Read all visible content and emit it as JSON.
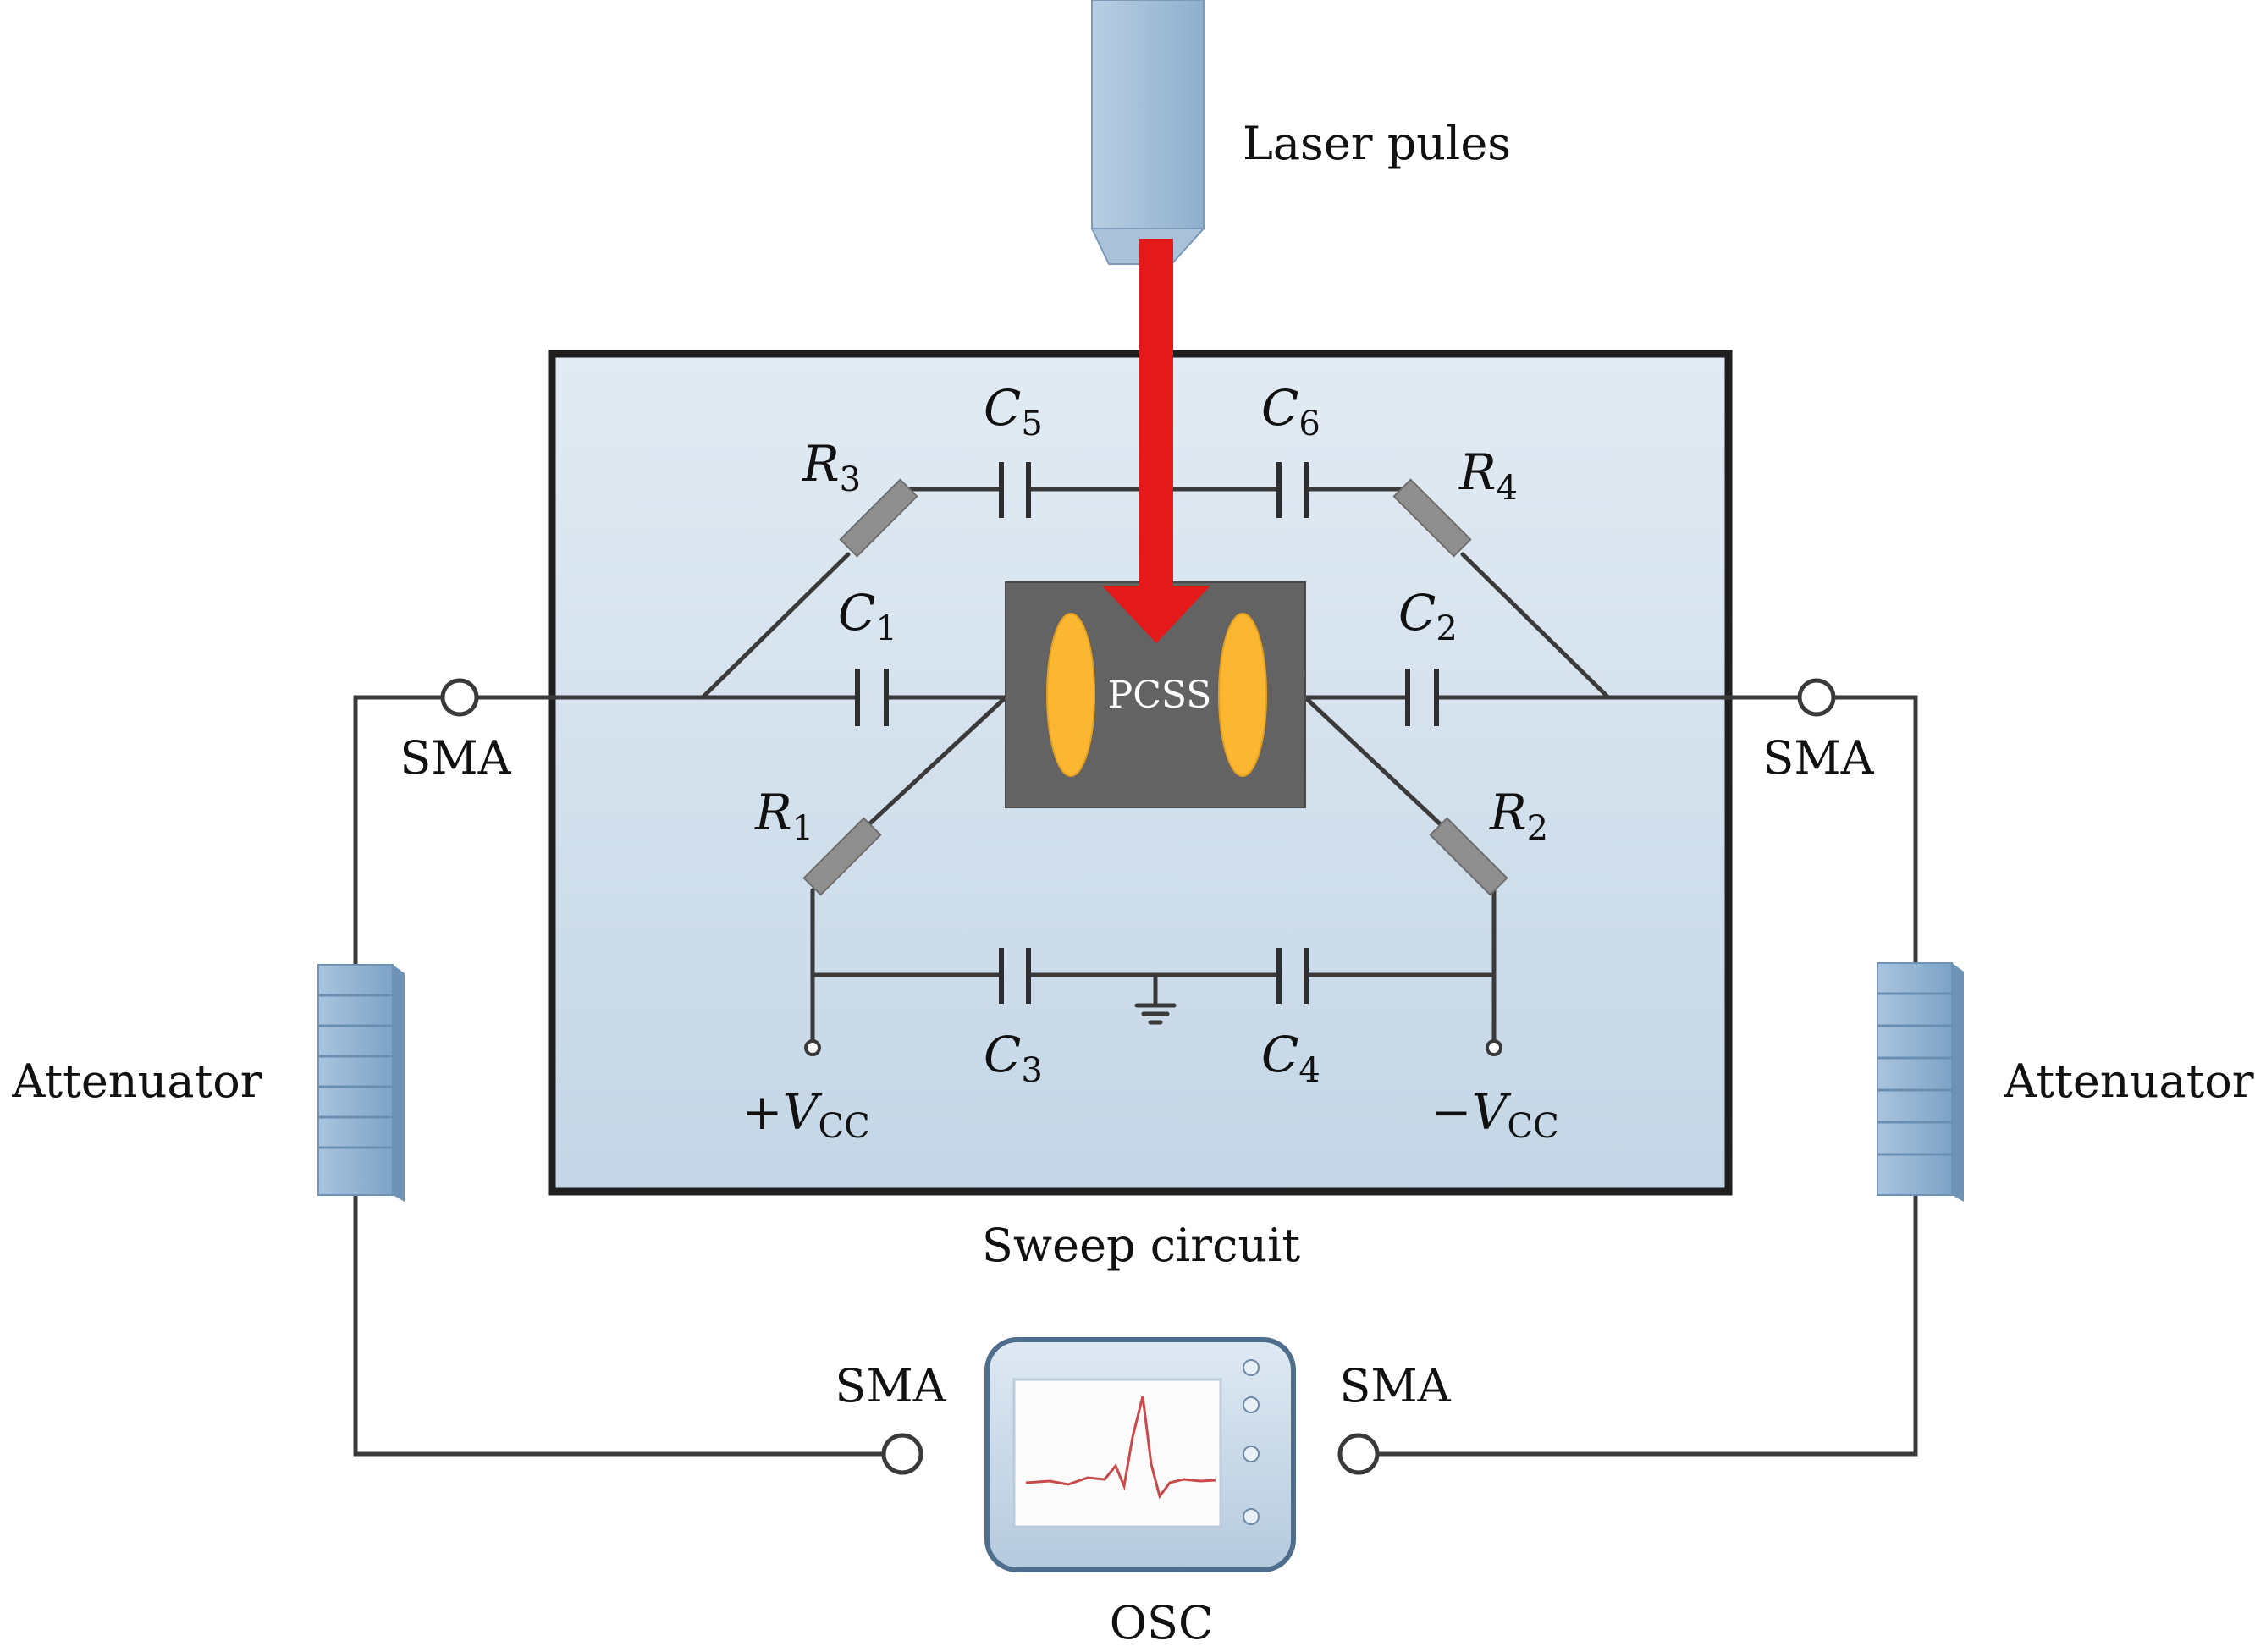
{
  "labels": {
    "laser": "Laser pules",
    "sweep_circuit": "Sweep circuit",
    "pcss": "PCSS",
    "osc": "OSC",
    "attenuator_left": "Attenuator",
    "attenuator_right": "Attenuator",
    "sma_left": "SMA",
    "sma_right": "SMA",
    "sma_osc_left": "SMA",
    "sma_osc_right": "SMA"
  },
  "components": {
    "c1": {
      "letter": "C",
      "sub": "1"
    },
    "c2": {
      "letter": "C",
      "sub": "2"
    },
    "c3": {
      "letter": "C",
      "sub": "3"
    },
    "c4": {
      "letter": "C",
      "sub": "4"
    },
    "c5": {
      "letter": "C",
      "sub": "5"
    },
    "c6": {
      "letter": "C",
      "sub": "6"
    },
    "r1": {
      "letter": "R",
      "sub": "1"
    },
    "r2": {
      "letter": "R",
      "sub": "2"
    },
    "r3": {
      "letter": "R",
      "sub": "3"
    },
    "r4": {
      "letter": "R",
      "sub": "4"
    },
    "vcc_pos": {
      "sign": "+",
      "letter": "V",
      "sub": "CC"
    },
    "vcc_neg": {
      "sign": "−",
      "letter": "V",
      "sub": "CC"
    }
  },
  "colors": {
    "board_fill": "#d6e3ee",
    "board_border": "#1f1f1f",
    "laser_body": "#9dbbd6",
    "laser_beam": "#e41a1a",
    "pcss_body": "#636363",
    "electrode": "#fbb731",
    "attenuator": "#8fb2d2",
    "osc_body": "#c9d9e8",
    "osc_trace": "#c84a4a"
  },
  "icons": {
    "ground": "ground-symbol-icon",
    "connector": "sma-connector-icon"
  }
}
